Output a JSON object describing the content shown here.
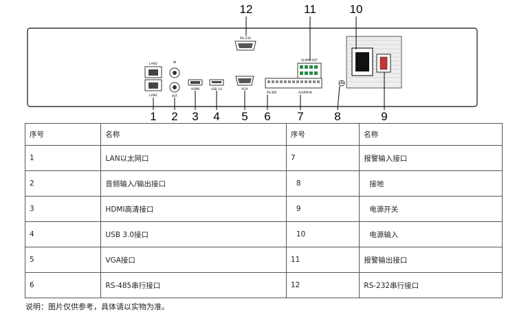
{
  "callouts": [
    "1",
    "2",
    "3",
    "4",
    "5",
    "6",
    "7",
    "8",
    "9",
    "10",
    "11",
    "12"
  ],
  "panel_labels": {
    "lan2": "LAN2",
    "lan1": "LAN1",
    "audio_in": "IN",
    "audio_out": "OUT",
    "hdmi": "HDMI",
    "usb": "USB 3.0",
    "vga": "VGA",
    "rs485": "RS-485",
    "alarm_in": "ALARM IN",
    "alarm_out": "ALARM OUT",
    "rs232": "RS-232"
  },
  "table": {
    "headers": [
      "序号",
      "名称",
      "序号",
      "名称"
    ],
    "rows": [
      [
        "1",
        "LAN以太网口",
        "7",
        "报警输入接口"
      ],
      [
        "2",
        "音频输入/输出接口",
        "8",
        "接地"
      ],
      [
        "3",
        "HDMI高清接口",
        "9",
        "电源开关"
      ],
      [
        "4",
        "USB 3.0接口",
        "10",
        "电源输入"
      ],
      [
        "5",
        "VGA接口",
        "11",
        "报警输出接口"
      ],
      [
        "6",
        "RS-485串行接口",
        "12",
        "RS-232串行接口"
      ]
    ]
  },
  "note": "说明：图片仅供参考，具体请以实物为准。"
}
